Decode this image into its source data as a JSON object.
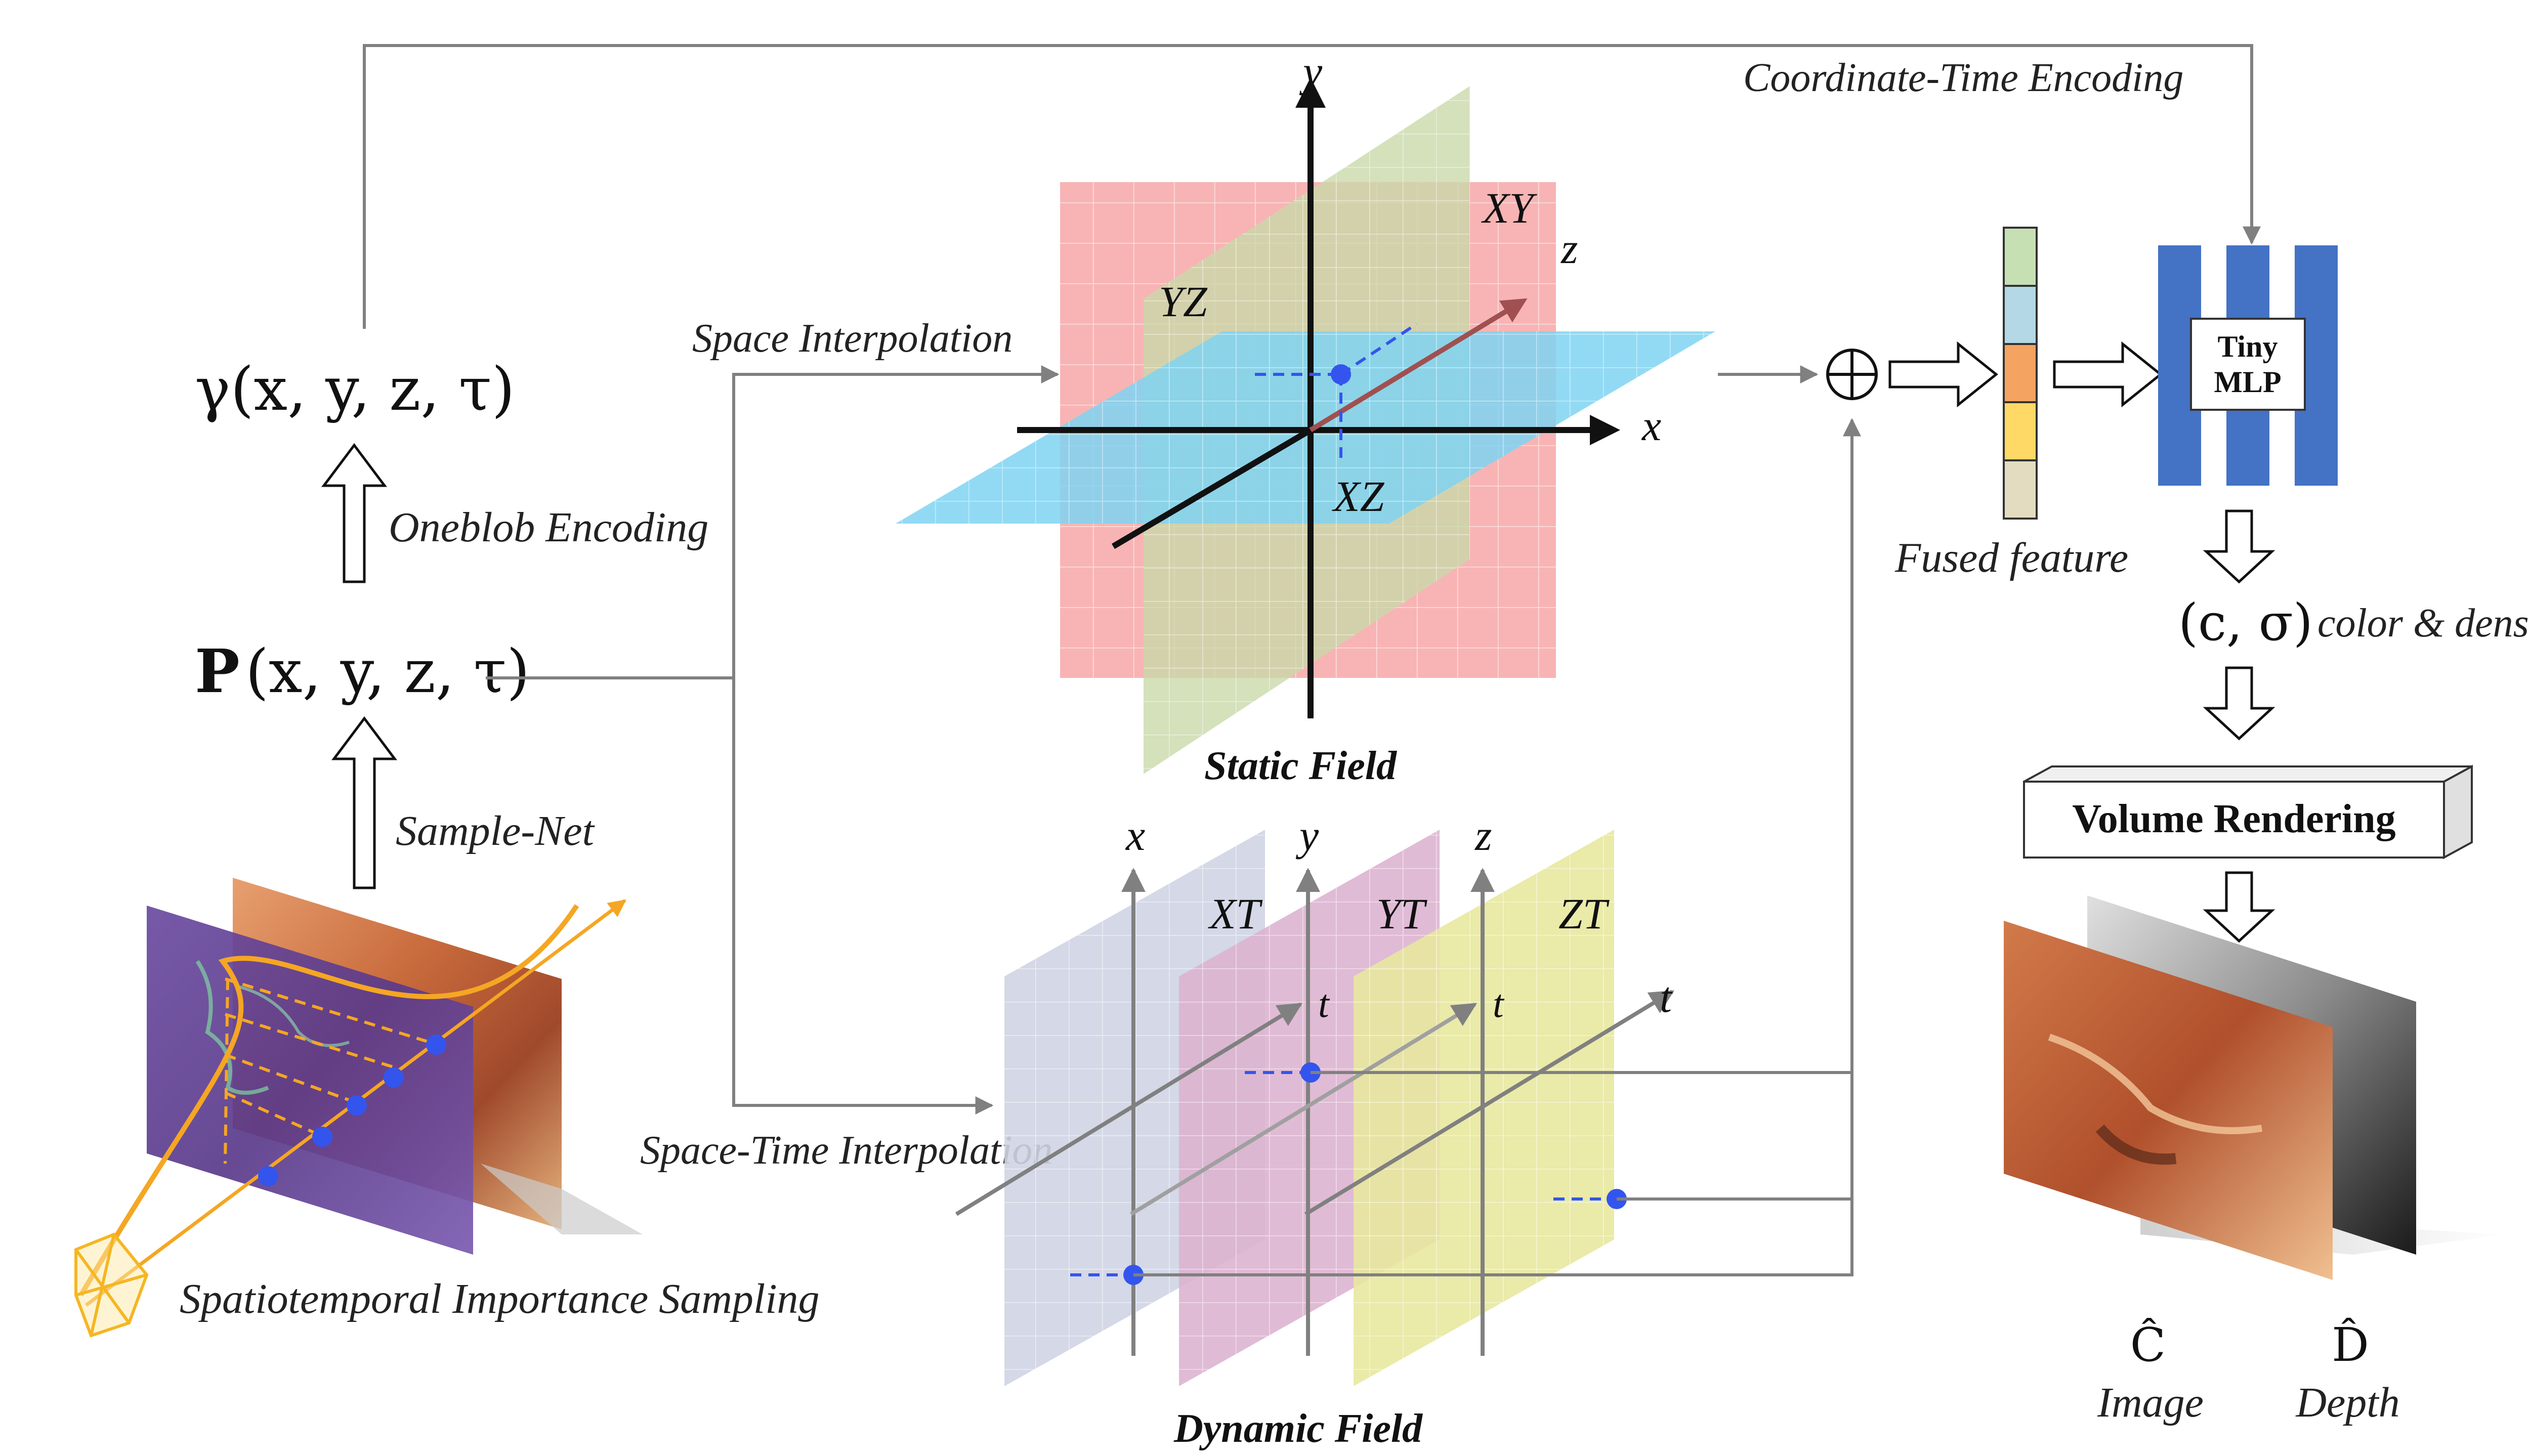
{
  "labels": {
    "coordinate_time_encoding": "Coordinate-Time Encoding",
    "gamma": "γ(x, y, z, τ)",
    "oneblob_encoding": "Oneblob Encoding",
    "p_func_bold": "P",
    "p_func_args": "(x, y, z, τ)",
    "sample_net": "Sample-Net",
    "spatiotemporal_sampling": "Spatiotemporal Importance Sampling",
    "space_interpolation": "Space Interpolation",
    "space_time_interpolation": "Space-Time Interpolation",
    "static_field": "Static Field",
    "dynamic_field": "Dynamic Field",
    "fused_feature": "Fused feature",
    "tiny_mlp_line1": "Tiny",
    "tiny_mlp_line2": "MLP",
    "color_density_math": "(c,  σ)",
    "color_density_text": "color & density",
    "volume_rendering": "Volume Rendering",
    "c_hat": "Ĉ",
    "d_hat": "D̂",
    "image": "Image",
    "depth": "Depth",
    "plus_symbol": "⊕"
  },
  "static_field": {
    "planes": [
      "XY",
      "YZ",
      "XZ"
    ],
    "axes": [
      "y",
      "z",
      "x"
    ]
  },
  "dynamic_field": {
    "planes": [
      "XT",
      "YT",
      "ZT"
    ],
    "axes": [
      "x",
      "y",
      "z"
    ],
    "time_axis": "t"
  },
  "fused_feature_colors": [
    "#c6e0b4",
    "#b4d8e6",
    "#f4a460",
    "#ffd966",
    "#e4dcc0"
  ],
  "colors": {
    "xy_plane": "#f7a7a7",
    "yz_plane": "#c8d8a8",
    "xz_plane": "#7fd4f2",
    "xt_plane": "#cfd4e4",
    "yt_plane": "#dcb2cf",
    "zt_plane": "#e8e8a0",
    "mlp_blue": "#4472c4",
    "sample_dot": "#3355ee",
    "ray_orange": "#f5a623",
    "arrow_gray": "#808080"
  }
}
